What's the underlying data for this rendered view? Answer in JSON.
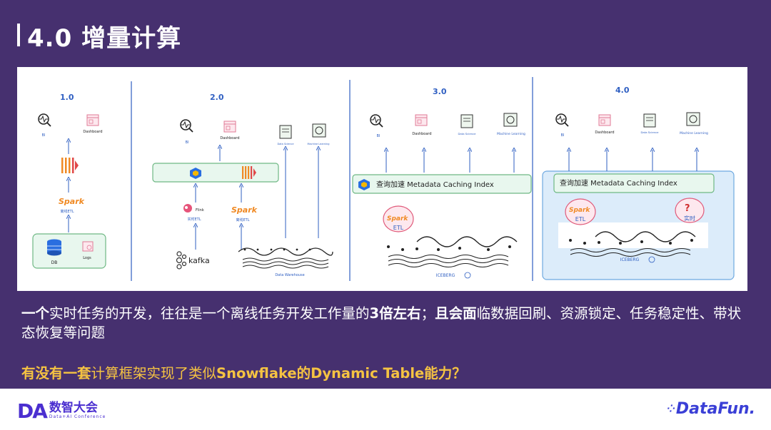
{
  "title": "4.0 增量计算",
  "diagram": {
    "v1": {
      "label": "1.0",
      "bi": "BI",
      "dashboard": "Dashboard",
      "spark_etl": "离线ETL",
      "db": "DB",
      "logs": "Logs"
    },
    "v2": {
      "label": "2.0",
      "bi": "BI",
      "dashboard": "Dashboard",
      "data_science": "Data Science",
      "machine_learning": "Machine Learning",
      "flink": "Flink",
      "realtime_etl": "实时ETL",
      "offline_etl": "离线ETL",
      "kafka": "kafka",
      "data_warehouse": "Data Warehouse"
    },
    "v3": {
      "label": "3.0",
      "bi": "BI",
      "dashboard": "Dashboard",
      "data_science": "Data Science",
      "machine_learning": "Machine Learning",
      "accel_bar": "查询加速  Metadata  Caching Index",
      "spark_etl": "ETL",
      "iceberg": "ICEBERG"
    },
    "v4": {
      "label": "4.0",
      "bi": "BI",
      "dashboard": "Dashboard",
      "data_science": "Data Science",
      "machine_learning": "Machine Learning",
      "accel_bar": "查询加速  Metadata  Caching Index",
      "spark_etl": "ETL",
      "realtime": "实时",
      "iceberg": "ICEBERG"
    },
    "spark_word": "Spark"
  },
  "body": {
    "p1_a": "一个",
    "p1_b": "实时任务的开发，往往是一个离线任务开发工作量的",
    "p1_c": "3倍左右",
    "p1_d": "；",
    "p1_e": "且会面",
    "p1_f": "临数据回刷、资源锁定、任务稳定性、带状态恢复等问题"
  },
  "question": {
    "a": "有没有一套",
    "b": "计算框架实现了类似",
    "c": "Snowflake的Dynamic Table能力？"
  },
  "footer": {
    "left_logo": "DA",
    "left_cn": "数智大会",
    "left_en": "Data+AI Conference",
    "right_logo": "DataFun."
  },
  "colors": {
    "background": "#46306f",
    "accent_yellow": "#f5c342",
    "logo_blue": "#4b2fd0",
    "diagram_blue": "#2f5fc2"
  }
}
